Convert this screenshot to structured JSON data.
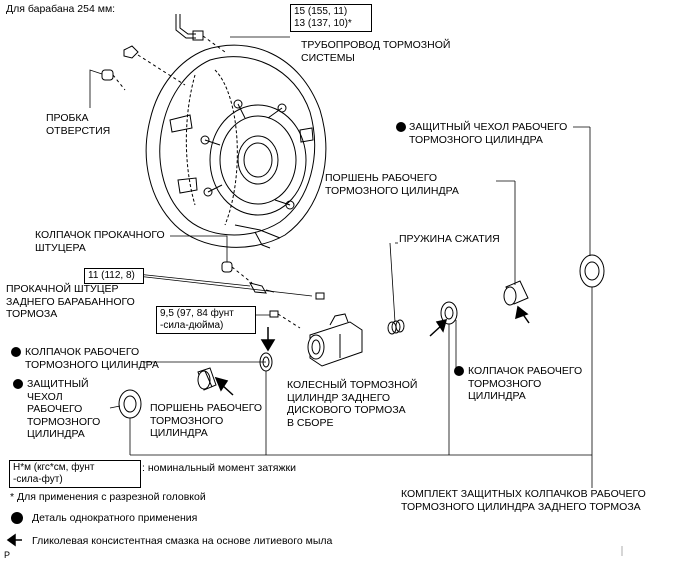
{
  "header": "Для барабана 254 мм:",
  "torque": {
    "brake_line": "15 (155, 11)\n13 (137, 10)*",
    "bleeder": "11 (112, 8)",
    "cylinder": "9,5 (97, 84 фунт\n-сила-дюйма)"
  },
  "labels": {
    "brake_line": "ТРУБОПРОВОД ТОРМОЗНОЙ\nСИСТЕМЫ",
    "hole_plug": "ПРОБКА\nОТВЕРСТИЯ",
    "bleeder_cap": "КОЛПАЧОК ПРОКАЧНОГО\nШТУЦЕРА",
    "bleeder_plug": "ПРОКАЧНОЙ ШТУЦЕР\nЗАДНЕГО БАРАБАННОГО\nТОРМОЗА",
    "cylinder_cap_left": "КОЛПАЧОК РАБОЧЕГО\nТОРМОЗНОГО ЦИЛИНДРА",
    "boot_left": "ЗАЩИТНЫЙ\nЧЕХОЛ\nРАБОЧЕГО\nТОРМОЗНОГО\nЦИЛИНДРА",
    "piston_left": "ПОРШЕНЬ РАБОЧЕГО\nТОРМОЗНОГО\nЦИЛИНДРА",
    "wheel_cylinder": "КОЛЕСНЫЙ ТОРМОЗНОЙ\nЦИЛИНДР ЗАДНЕГО\nДИСКОВОГО ТОРМОЗА\nВ СБОРЕ",
    "spring": "ПРУЖИНА СЖАТИЯ",
    "piston_right": "ПОРШЕНЬ РАБОЧЕГО\nТОРМОЗНОГО ЦИЛИНДРА",
    "boot_right": "ЗАЩИТНЫЙ ЧЕХОЛ РАБОЧЕГО\nТОРМОЗНОГО ЦИЛИНДРА",
    "cylinder_cap_right": "КОЛПАЧОК РАБОЧЕГО\nТОРМОЗНОГО\nЦИЛИНДРА",
    "kit": "КОМПЛЕКТ ЗАЩИТНЫХ КОЛПАЧКОВ РАБОЧЕГО\nТОРМОЗНОГО ЦИЛИНДРА ЗАДНЕГО ТОРМОЗА"
  },
  "legend": {
    "torque_box": "Н*м (кгс*см, фунт\n-сила-фут)",
    "torque_desc": ": номинальный момент затяжки",
    "slotted_note": "* Для применения с разрезной головкой",
    "single_use": "Деталь однократного применения",
    "grease": "Гликолевая консистентная смазка на основе литиевого мыла"
  },
  "corner_mark": "P"
}
